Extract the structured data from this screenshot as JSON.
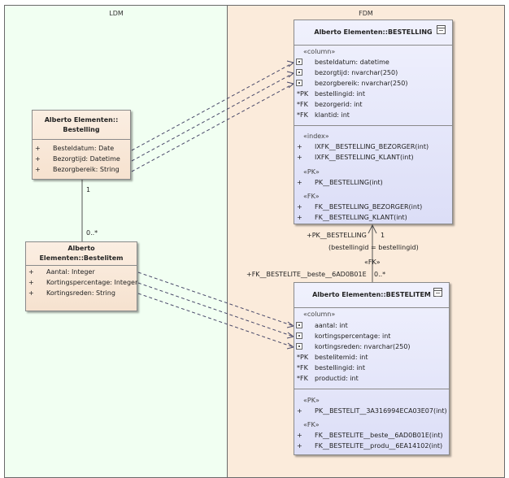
{
  "lanes": {
    "ldm": "LDM",
    "fdm": "FDM"
  },
  "ldm_bestelling": {
    "title_line1": "Alberto Elementen::",
    "title_line2": "Bestelling",
    "attributes": [
      {
        "vis": "+",
        "text": "Besteldatum: Date"
      },
      {
        "vis": "+",
        "text": "Bezorgtijd: Datetime"
      },
      {
        "vis": "+",
        "text": "Bezorgbereik: String"
      }
    ]
  },
  "ldm_bestelitem": {
    "title": "Alberto Elementen::Bestelitem",
    "attributes": [
      {
        "vis": "+",
        "text": "Aantal: Integer"
      },
      {
        "vis": "+",
        "text": "Kortingspercentage: Integer"
      },
      {
        "vis": "+",
        "text": "Kortingsreden: String"
      }
    ]
  },
  "ldm_assoc": {
    "mult_top": "1",
    "mult_bottom": "0..*"
  },
  "fdm_bestelling": {
    "title": "Alberto Elementen::BESTELLING",
    "column_stereo": "«column»",
    "columns": [
      {
        "vis": "",
        "text": "besteldatum: datetime"
      },
      {
        "vis": "",
        "text": "bezorgtijd: nvarchar(250)"
      },
      {
        "vis": "",
        "text": "bezorgbereik: nvarchar(250)"
      },
      {
        "vis": "*PK",
        "text": "bestellingid: int"
      },
      {
        "vis": "*FK",
        "text": "bezorgerid: int"
      },
      {
        "vis": "*FK",
        "text": "klantid: int"
      }
    ],
    "index_stereo": "«index»",
    "indexes": [
      {
        "vis": "+",
        "text": "IXFK__BESTELLING_BEZORGER(int)"
      },
      {
        "vis": "+",
        "text": "IXFK__BESTELLING_KLANT(int)"
      }
    ],
    "pk_stereo": "«PK»",
    "pks": [
      {
        "vis": "+",
        "text": "PK__BESTELLING(int)"
      }
    ],
    "fk_stereo": "«FK»",
    "fks": [
      {
        "vis": "+",
        "text": "FK__BESTELLING_BEZORGER(int)"
      },
      {
        "vis": "+",
        "text": "FK__BESTELLING_KLANT(int)"
      }
    ]
  },
  "fdm_bestelitem": {
    "title": "Alberto Elementen::BESTELITEM",
    "column_stereo": "«column»",
    "columns": [
      {
        "vis": "",
        "text": "aantal: int"
      },
      {
        "vis": "",
        "text": "kortingspercentage: int"
      },
      {
        "vis": "",
        "text": "kortingsreden: nvarchar(250)"
      },
      {
        "vis": "*PK",
        "text": "bestelitemid: int"
      },
      {
        "vis": "*FK",
        "text": "bestellingid: int"
      },
      {
        "vis": "*FK",
        "text": "productid: int"
      }
    ],
    "pk_stereo": "«PK»",
    "pks": [
      {
        "vis": "+",
        "text": "PK__BESTELIT__3A316994ECA03E07(int)"
      }
    ],
    "fk_stereo": "«FK»",
    "fks": [
      {
        "vis": "+",
        "text": "FK__BESTELITE__beste__6AD0B01E(int)"
      },
      {
        "vis": "+",
        "text": "FK__BESTELITE__produ__6EA14102(int)"
      }
    ]
  },
  "fk_relation": {
    "source_role": "+PK__BESTELLING",
    "source_mult": "1",
    "condition": "(bestellingid = bestellingid)",
    "stereotype": "«FK»",
    "target_role": "+FK__BESTELITE__beste__6AD0B01E",
    "target_mult": "0..*"
  }
}
